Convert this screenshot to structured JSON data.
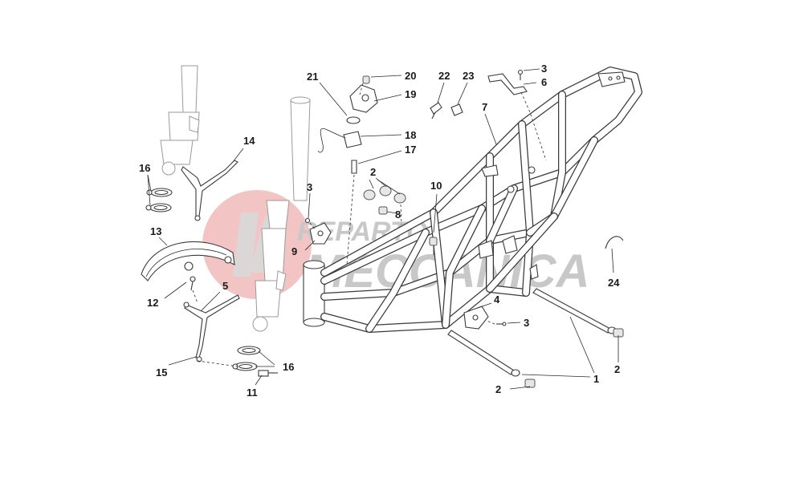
{
  "watermark": {
    "line1": "REPARTO",
    "line2": "MECCANICA",
    "color": "#f2c4c4"
  },
  "callouts": {
    "c1": "1",
    "c2a": "2",
    "c2b": "2",
    "c2c": "2",
    "c3a": "3",
    "c3b": "3",
    "c3c": "3",
    "c4": "4",
    "c5": "5",
    "c6": "6",
    "c7": "7",
    "c8": "8",
    "c9": "9",
    "c10": "10",
    "c11": "11",
    "c12": "12",
    "c13": "13",
    "c14": "14",
    "c15": "15",
    "c16a": "16",
    "c16b": "16",
    "c17": "17",
    "c18": "18",
    "c19": "19",
    "c20": "20",
    "c21": "21",
    "c22": "22",
    "c23": "23",
    "c24": "24"
  }
}
